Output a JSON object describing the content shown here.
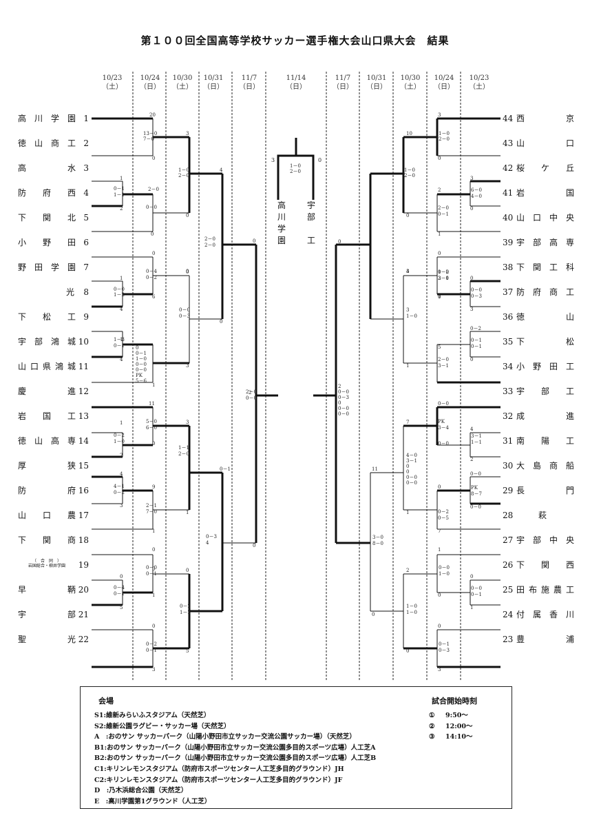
{
  "title": "第１００回全国高等学校サッカー選手権大会山口県大会　結果",
  "dates_left": [
    {
      "date": "10/23",
      "day": "（土）"
    },
    {
      "date": "10/24",
      "day": "（日）"
    },
    {
      "date": "10/30",
      "day": "（土）"
    },
    {
      "date": "10/31",
      "day": "（日）"
    },
    {
      "date": "11/7",
      "day": "（日）"
    }
  ],
  "date_center": {
    "date": "11/14",
    "day": "（日）"
  },
  "dates_right": [
    {
      "date": "11/7",
      "day": "（日）"
    },
    {
      "date": "10/31",
      "day": "（日）"
    },
    {
      "date": "10/30",
      "day": "（土）"
    },
    {
      "date": "10/24",
      "day": "（日）"
    },
    {
      "date": "10/23",
      "day": "（土）"
    }
  ],
  "left_teams": [
    {
      "num": "1",
      "name": "高川学園"
    },
    {
      "num": "2",
      "name": "徳山商工"
    },
    {
      "num": "3",
      "name": "高　　水"
    },
    {
      "num": "4",
      "name": "防府西"
    },
    {
      "num": "5",
      "name": "下関北"
    },
    {
      "num": "6",
      "name": "小野田"
    },
    {
      "num": "7",
      "name": "野田学園"
    },
    {
      "num": "8",
      "name": "光"
    },
    {
      "num": "9",
      "name": "下松工"
    },
    {
      "num": "10",
      "name": "宇部鴻城"
    },
    {
      "num": "11",
      "name": "山口県鴻城"
    },
    {
      "num": "12",
      "name": "慶　　進"
    },
    {
      "num": "13",
      "name": "岩国工"
    },
    {
      "num": "14",
      "name": "徳山高専"
    },
    {
      "num": "15",
      "name": "厚　　狭"
    },
    {
      "num": "16",
      "name": "防　　府"
    },
    {
      "num": "17",
      "name": "山口農"
    },
    {
      "num": "18",
      "name": "下関商"
    },
    {
      "num": "19",
      "name": "岩国総合・柳井学園",
      "note": "（　合　同　）"
    },
    {
      "num": "20",
      "name": "早　　鞆"
    },
    {
      "num": "21",
      "name": "宇　　部"
    },
    {
      "num": "22",
      "name": "聖　　光"
    }
  ],
  "right_teams": [
    {
      "num": "44",
      "name": "西　　京"
    },
    {
      "num": "43",
      "name": "山　　口"
    },
    {
      "num": "42",
      "name": "桜ケ丘"
    },
    {
      "num": "41",
      "name": "岩　　国"
    },
    {
      "num": "40",
      "name": "山口中央"
    },
    {
      "num": "39",
      "name": "宇部高専"
    },
    {
      "num": "38",
      "name": "下関工科"
    },
    {
      "num": "37",
      "name": "防府商工"
    },
    {
      "num": "36",
      "name": "徳　　山"
    },
    {
      "num": "35",
      "name": "下　　松"
    },
    {
      "num": "34",
      "name": "小野田工"
    },
    {
      "num": "33",
      "name": "宇部工"
    },
    {
      "num": "32",
      "name": "成　　進"
    },
    {
      "num": "31",
      "name": "南陽工"
    },
    {
      "num": "30",
      "name": "大島商船"
    },
    {
      "num": "29",
      "name": "長　　門"
    },
    {
      "num": "28",
      "name": "萩"
    },
    {
      "num": "27",
      "name": "宇部中央"
    },
    {
      "num": "26",
      "name": "下関西"
    },
    {
      "num": "25",
      "name": "田布施農工"
    },
    {
      "num": "24",
      "name": "付属香川"
    },
    {
      "num": "23",
      "name": "豊　　浦"
    }
  ],
  "final": {
    "left_team": "高川学園",
    "right_team": "宇部工",
    "left_score": "3",
    "right_score": "0",
    "halves": [
      "1－0",
      "2－0"
    ]
  },
  "venues": {
    "heading": "会場",
    "items": [
      "S1:維新みらいふスタジアム（天然芝）",
      "S2:維新公園ラグビー・サッカー場（天然芝）",
      "A　:おのサン サッカーパーク（山陽小野田市立サッカー交流公園サッカー場）（天然芝）",
      "B1:おのサン サッカーパーク（山陽小野田市立サッカー交流公園多目的スポーツ広場）人工芝A",
      "B2:おのサン サッカーパーク（山陽小野田市立サッカー交流公園多目的スポーツ広場）人工芝B",
      "C1:キリンレモンスタジアム（防府市スポーツセンター人工芝多目的グラウンド）JH",
      "C2:キリンレモンスタジアム（防府市スポーツセンター人工芝多目的グラウンド）JF",
      "D　:乃木浜総合公園（天然芝）",
      "E　:高川学園第1グラウンド（人工芝）"
    ]
  },
  "kickoff": {
    "heading": "試合開始時刻",
    "items": [
      {
        "mark": "①",
        "time": "9:50～"
      },
      {
        "mark": "②",
        "time": "12:00～"
      },
      {
        "mark": "③",
        "time": "14:10～"
      }
    ]
  },
  "scores": [
    "20",
    "0",
    "13－0",
    "7－0",
    "1",
    "2",
    "0－1",
    "1－1",
    "2－0",
    "0－0",
    "0",
    "3",
    "0",
    "1－0",
    "2－0",
    "0",
    "0",
    "0－4",
    "0－2",
    "6",
    "1",
    "4",
    "0－0",
    "1－2",
    "0",
    "0－0",
    "0－3",
    "1",
    "4",
    "1－3",
    "0－1",
    "0",
    "0－1",
    "1－0",
    "0－0",
    "0－0",
    "PK",
    "5－6",
    "1",
    "3",
    "4",
    "0",
    "2－0",
    "2－0",
    "0",
    "11",
    "0",
    "5－0",
    "6－0",
    "1",
    "2",
    "0－2",
    "1－0",
    "3",
    "1",
    "1－1",
    "2－0",
    "4",
    "3",
    "4－1",
    "0－2",
    "9",
    "2－1",
    "7－0",
    "1",
    "0",
    "0",
    "0－0",
    "0－1",
    "0",
    "0－1",
    "0－3",
    "4",
    "0",
    "5",
    "0－4",
    "0－1",
    "1",
    "5",
    "0－2",
    "1－2",
    "0",
    "3",
    "0－2",
    "0－1",
    "2",
    "0",
    "2－0",
    "0－0",
    "3",
    "0",
    "1－0",
    "2－0",
    "10",
    "0",
    "1－0",
    "2－0",
    "3",
    "0",
    "6－0",
    "4－0",
    "2",
    "1",
    "2－0",
    "0－1",
    "3",
    "0",
    "0－0",
    "3－1",
    "0",
    "1",
    "1－2",
    "2－0",
    "0",
    "3",
    "0－0",
    "0－3",
    "4",
    "3",
    "1－0",
    "0－2",
    "0",
    "0－1",
    "0－1",
    "5",
    "1",
    "2－0",
    "3－1",
    "0",
    "2",
    "0－0",
    "0－3",
    "0",
    "0－0",
    "0－0",
    "0－0",
    "0－0",
    "PK",
    "3－4",
    "4",
    "2",
    "3－1",
    "1－1",
    "7",
    "1",
    "4－0",
    "3－1",
    "0",
    "0",
    "0－0",
    "0－0",
    "0－0",
    "0－0",
    "PK",
    "8－7",
    "0",
    "7",
    "0－2",
    "0－5",
    "11",
    "0",
    "3－0",
    "8－0",
    "1",
    "0",
    "0－0",
    "1－0",
    "0",
    "1",
    "0－0",
    "0－1",
    "2",
    "0",
    "1－0",
    "1－0",
    "0",
    "3",
    "0－1",
    "0－3",
    "0",
    "3",
    "0－1",
    "0－2"
  ]
}
